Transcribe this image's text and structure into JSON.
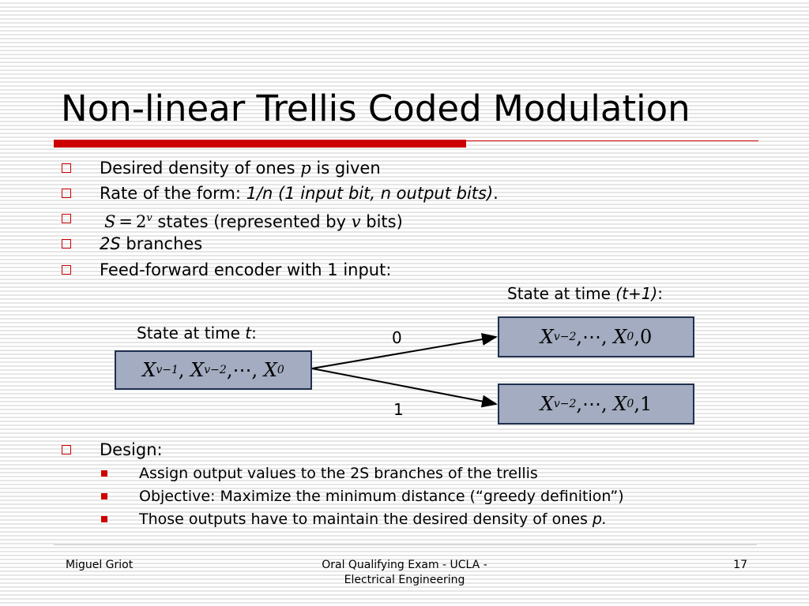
{
  "slide": {
    "title": "Non-linear Trellis Coded Modulation",
    "bullets": [
      {
        "text_pre": "Desired density of ones ",
        "text_italic": "p",
        "text_post": " is given"
      },
      {
        "text_pre": "Rate of the form: ",
        "text_italic": "1/n (1 input bit, n output bits)",
        "text_post": "."
      },
      {
        "formula_lhs": "S",
        "formula_eq": "=",
        "formula_base": "2",
        "formula_exp": "v",
        "text_pre": " states (represented by ",
        "text_italic": "v",
        "text_post": " bits)"
      },
      {
        "text_italic": "2S",
        "text_post": " branches"
      },
      {
        "text_pre": "Feed-forward encoder with 1 input:"
      }
    ],
    "diagram": {
      "state_t_label_pre": "State at time ",
      "state_t_label_italic": "t",
      "state_t_label_post": ":",
      "state_t1_label_pre": "State at time ",
      "state_t1_label_italic": "(t+1)",
      "state_t1_label_post": ":",
      "branch_top_label": "0",
      "branch_bottom_label": "1",
      "left_box": {
        "x1": "X",
        "s1": "v−1",
        "x2": "X",
        "s2": "v−2",
        "dots": "⋯",
        "x3": "X",
        "s3": "0"
      },
      "top_box": {
        "x1": "X",
        "s1": "v−2",
        "dots": "⋯",
        "x2": "X",
        "s2": "0",
        "last": "0"
      },
      "bottom_box": {
        "x1": "X",
        "s1": "v−2",
        "dots": "⋯",
        "x2": "X",
        "s2": "0",
        "last": "1"
      }
    },
    "design": {
      "heading": "Design:",
      "items": [
        "Assign output values to the 2S branches of the trellis",
        "Objective: Maximize the minimum distance (“greedy definition”)"
      ],
      "last_item_pre": "Those outputs have to maintain the desired density of ones ",
      "last_item_italic": "p."
    },
    "footer": {
      "author": "Miguel Griot",
      "center_line1": "Oral Qualifying Exam - UCLA -",
      "center_line2": "Electrical Engineering",
      "page": "17"
    },
    "colors": {
      "accent": "#cc0000",
      "box_fill": "#a3acc0",
      "box_border": "#1f2f4f"
    }
  }
}
